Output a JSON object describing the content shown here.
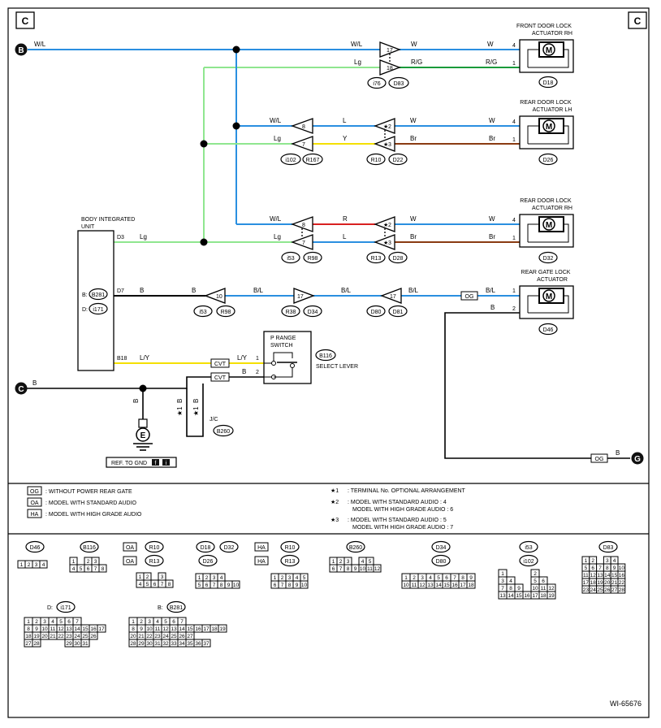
{
  "page_corner_left": "C",
  "page_corner_right": "C",
  "diagram_id": "WI-65676",
  "offpage": {
    "b_in": "B",
    "c_in": "C",
    "g_out": "G"
  },
  "components": {
    "front_door_rh": {
      "title1": "FRONT DOOR LOCK",
      "title2": "ACTUATOR RH",
      "conn": "D18",
      "motor": "M",
      "pin_top": "4",
      "pin_bot": "1"
    },
    "rear_door_lh": {
      "title1": "REAR DOOR LOCK",
      "title2": "ACTUATOR LH",
      "conn": "D26",
      "motor": "M",
      "pin_top": "4",
      "pin_bot": "1"
    },
    "rear_door_rh": {
      "title1": "REAR DOOR LOCK",
      "title2": "ACTUATOR RH",
      "conn": "D32",
      "motor": "M",
      "pin_top": "4",
      "pin_bot": "1"
    },
    "rear_gate": {
      "title1": "REAR GATE LOCK",
      "title2": "ACTUATOR",
      "conn": "D46",
      "motor": "M",
      "pin_top": "1",
      "pin_bot": "2"
    },
    "biu": {
      "title1": "BODY INTEGRATED",
      "title2": "UNIT",
      "pin_d3": "D3",
      "pin_d7": "D7",
      "pin_b18": "B18",
      "conn_b": "B:",
      "conn_b_id": "B281",
      "conn_d": "D:",
      "conn_d_id": "i171"
    },
    "prange": {
      "title1": "P RANGE",
      "title2": "SWITCH",
      "conn": "B116",
      "label": "SELECT LEVER",
      "pin1": "1",
      "pin2": "2"
    },
    "jc": {
      "title": "J/C",
      "conn": "B260"
    },
    "ground": {
      "symbol": "E",
      "ref": "REF. TO GND",
      "ref_a": "f",
      "ref_b": "i"
    }
  },
  "wire_labels": {
    "wl_b": "W/L",
    "wl_1": "W/L",
    "w_1": "W",
    "w_1b": "W",
    "lg_1": "Lg",
    "rg_1": "R/G",
    "rg_1b": "R/G",
    "wl_2": "W/L",
    "l_2": "L",
    "w_2": "W",
    "w_2b": "W",
    "lg_2": "Lg",
    "y_2": "Y",
    "br_2": "Br",
    "br_2b": "Br",
    "wl_3": "W/L",
    "r_3": "R",
    "w_3": "W",
    "w_3b": "W",
    "lg_3": "Lg",
    "lg_3b": "Lg",
    "l_3": "L",
    "br_3": "Br",
    "br_3b": "Br",
    "b_d7": "B",
    "b_d7b": "B",
    "bl_4a": "B/L",
    "bl_4b": "B/L",
    "bl_4c": "B/L",
    "bl_4d": "B/L",
    "b_gate": "B",
    "b_g": "B",
    "ly_b18": "L/Y",
    "ly_sw": "L/Y",
    "b_sw": "B",
    "b_c": "B",
    "b_gnd": "B",
    "b_jc1": "B",
    "b_jc2": "B",
    "star1a": "★1",
    "star1b": "★1",
    "cvt1": "CVT",
    "cvt2": "CVT",
    "og1": "OG",
    "og2": "OG"
  },
  "connectors": {
    "c1a": "17",
    "c1b": "18",
    "c1_id1": "i76",
    "c1_id2": "D83",
    "c2a": "8",
    "c2b": "7",
    "c2c": "2",
    "c2d": "3",
    "c2_id1": "i102",
    "c2_id2": "R167",
    "c2_id3": "R10",
    "c2_id4": "D22",
    "c3a": "8",
    "c3b": "7",
    "c3c": "2",
    "c3d": "3",
    "c3_id1": "i53",
    "c3_id2": "R98",
    "c3_id3": "R13",
    "c3_id4": "D28",
    "c4a": "10",
    "c4b": "17",
    "c4c": "17",
    "c4_id1": "i53",
    "c4_id2": "R98",
    "c4_id3": "R38",
    "c4_id4": "D34",
    "c4_id5": "D80",
    "c4_id6": "D81"
  },
  "legend": [
    {
      "tag": "OG",
      "text": ": WITHOUT POWER REAR GATE"
    },
    {
      "tag": "OA",
      "text": ": MODEL WITH STANDARD AUDIO"
    },
    {
      "tag": "HA",
      "text": ": MODEL WITH HIGH GRADE AUDIO"
    }
  ],
  "notes": [
    {
      "mark": "★1",
      "line1": ": TERMINAL No. OPTIONAL ARRANGEMENT",
      "line2": ""
    },
    {
      "mark": "★2",
      "line1": ": MODEL WITH STANDARD AUDIO : 4",
      "line2": "MODEL WITH HIGH GRADE AUDIO : 6"
    },
    {
      "mark": "★3",
      "line1": ": MODEL WITH STANDARD AUDIO : 5",
      "line2": "MODEL WITH HIGH GRADE AUDIO : 7"
    }
  ],
  "pinouts": {
    "d46": {
      "ids": [
        "D46"
      ],
      "rows": [
        [
          "1",
          "2",
          "3",
          "4"
        ]
      ]
    },
    "b116": {
      "ids": [
        "B116"
      ],
      "rows": [
        [
          "1",
          "",
          "2",
          "3"
        ],
        [
          "4",
          "5",
          "6",
          "7",
          "8"
        ]
      ]
    },
    "r10": {
      "prefix": [
        "OA",
        "OA"
      ],
      "ids": [
        "R10",
        "R13"
      ],
      "rows": [
        [
          "1",
          "2",
          "",
          "3"
        ],
        [
          "4",
          "5",
          "6",
          "7",
          "8"
        ]
      ]
    },
    "d18": {
      "ids": [
        "D18",
        "D32",
        "D26"
      ],
      "rows": [
        [
          "1",
          "2",
          "3",
          "4"
        ],
        [
          "5",
          "6",
          "7",
          "8",
          "9",
          "10"
        ]
      ]
    },
    "ha": {
      "prefix": [
        "HA",
        "HA"
      ],
      "ids": [
        "R10",
        "R13"
      ],
      "rows": [
        [
          "1",
          "2",
          "3",
          "4",
          "5"
        ],
        [
          "6",
          "7",
          "8",
          "9",
          "10"
        ]
      ]
    },
    "b260": {
      "ids": [
        "B260"
      ],
      "rows": [
        [
          "1",
          "2",
          "3",
          "",
          "4",
          "5"
        ],
        [
          "6",
          "7",
          "8",
          "9",
          "10",
          "11",
          "12"
        ]
      ]
    },
    "d34": {
      "ids": [
        "D34",
        "D80"
      ],
      "rows": [
        [
          "1",
          "2",
          "3",
          "4",
          "5",
          "6",
          "7",
          "8",
          "9"
        ],
        [
          "10",
          "11",
          "12",
          "13",
          "14",
          "15",
          "16",
          "17",
          "18"
        ]
      ]
    },
    "i53": {
      "ids": [
        "i53",
        "i102"
      ],
      "rows": [
        [
          "1",
          "",
          "",
          "",
          "2"
        ],
        [
          "3",
          "4",
          "",
          "",
          "5",
          "6"
        ],
        [
          "7",
          "8",
          "9",
          "",
          "10",
          "11",
          "12"
        ],
        [
          "13",
          "14",
          "15",
          "16",
          "17",
          "18",
          "19"
        ]
      ]
    },
    "d83": {
      "ids": [
        "D83"
      ],
      "rows": [
        [
          "1",
          "2",
          "",
          "3",
          "4"
        ],
        [
          "5",
          "6",
          "7",
          "8",
          "9",
          "10"
        ],
        [
          "11",
          "12",
          "13",
          "14",
          "15",
          "16"
        ],
        [
          "17",
          "18",
          "19",
          "20",
          "21",
          "22"
        ],
        [
          "23",
          "24",
          "25",
          "26",
          "27",
          "28"
        ]
      ]
    },
    "i171": {
      "prefix": "D:",
      "ids": [
        "i171"
      ],
      "rows": [
        [
          "1",
          "2",
          "3",
          "4",
          "5",
          "6",
          "7"
        ],
        [
          "8",
          "9",
          "10",
          "11",
          "12",
          "13",
          "14",
          "15",
          "16",
          "17"
        ],
        [
          "18",
          "19",
          "20",
          "21",
          "22",
          "23",
          "24",
          "25",
          "26"
        ],
        [
          "27",
          "28",
          "",
          "",
          "",
          "29",
          "30",
          "31"
        ]
      ]
    },
    "b281": {
      "prefix": "B:",
      "ids": [
        "B281"
      ],
      "rows": [
        [
          "1",
          "2",
          "3",
          "4",
          "5",
          "6",
          "7"
        ],
        [
          "8",
          "9",
          "10",
          "11",
          "12",
          "13",
          "14",
          "15",
          "16",
          "17",
          "18",
          "19"
        ],
        [
          "20",
          "21",
          "22",
          "23",
          "24",
          "25",
          "26",
          "27"
        ],
        [
          "28",
          "29",
          "30",
          "31",
          "32",
          "33",
          "34",
          "35",
          "36",
          "37"
        ]
      ]
    }
  }
}
